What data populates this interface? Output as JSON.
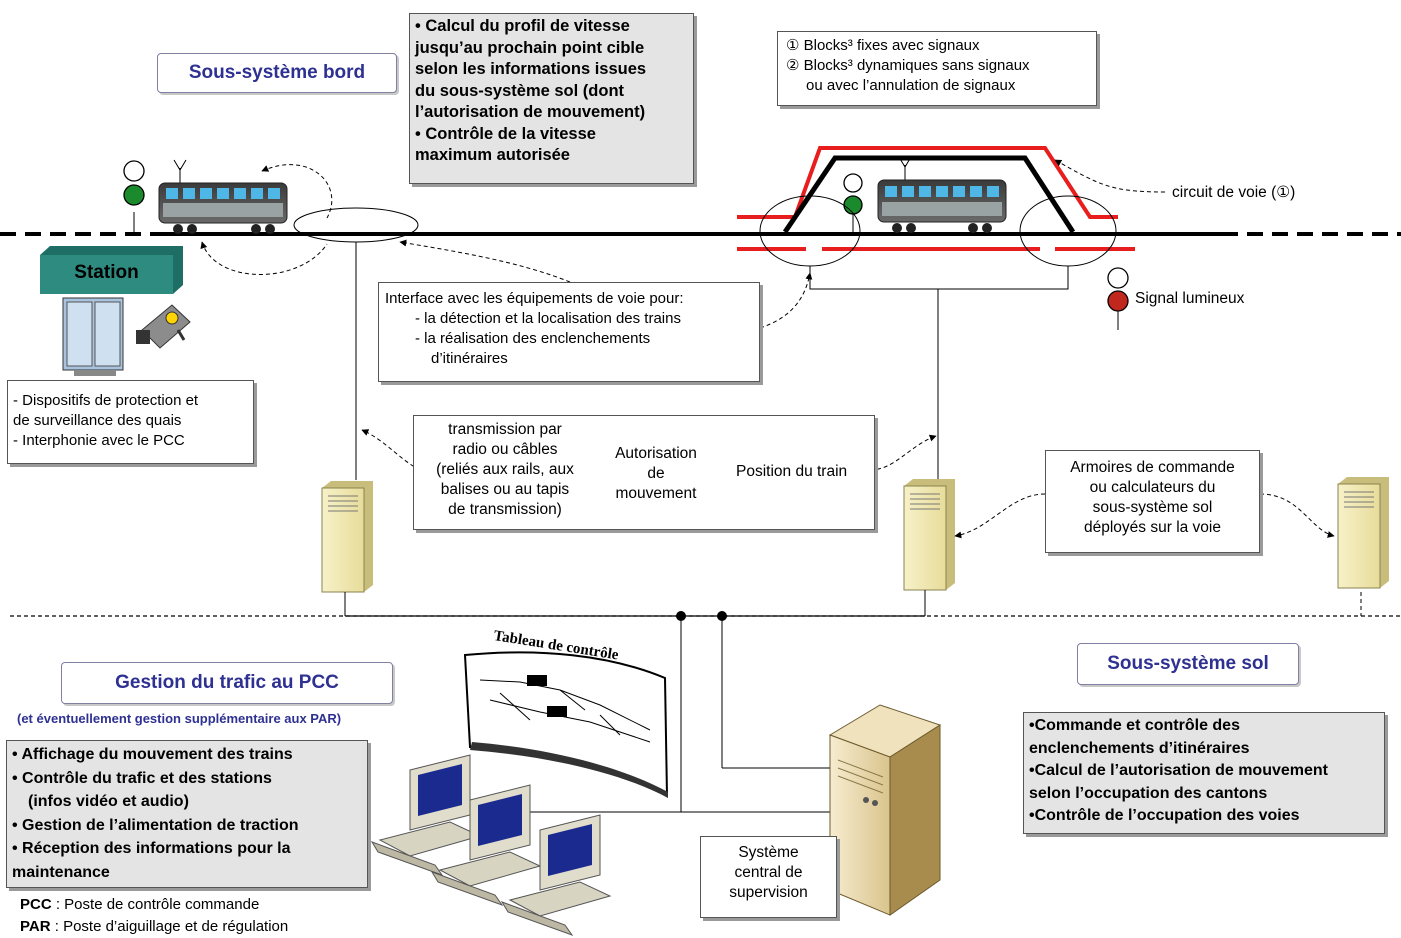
{
  "subsystem_board": {
    "title": "Sous-système bord"
  },
  "speed_box": {
    "lines": [
      "• Calcul du profil de vitesse",
      "jusqu’au prochain point cible",
      "selon les informations issues",
      "du sous-système sol (dont",
      "l’autorisation de mouvement)",
      "• Contrôle de la vitesse",
      "maximum autorisée"
    ]
  },
  "blocks_box": {
    "lines": [
      "① Blocks³ fixes avec signaux",
      "② Blocks³ dynamiques sans signaux",
      "ou avec l’annulation de signaux"
    ]
  },
  "track_circuit_label": "circuit de voie (①)",
  "station": {
    "label": "Station"
  },
  "signal_label": "Signal lumineux",
  "interface_box": {
    "lines": [
      "Interface avec les équipements de voie pour:",
      "- la détection et la localisation des trains",
      "- la réalisation des enclenchements",
      "d’itinéraires"
    ]
  },
  "station_devices_box": {
    "lines": [
      "- Dispositifs de protection et",
      "de surveillance des quais",
      "- Interphonie avec le PCC"
    ]
  },
  "transmission_box": {
    "left_lines": [
      "transmission par",
      "radio ou câbles",
      "(reliés aux rails, aux",
      "balises ou au tapis",
      "de transmission)"
    ],
    "mid_lines": [
      "Autorisation",
      "de",
      "mouvement"
    ],
    "right_label": "Position du train"
  },
  "cabinets_box": {
    "lines": [
      "Armoires de commande",
      "ou calculateurs du",
      "sous-système sol",
      "déployés sur la voie"
    ]
  },
  "control_panel_label": "Tableau de contrôle",
  "traffic": {
    "title": "Gestion du trafic au PCC",
    "subtitle": "(et éventuellement gestion supplémentaire aux PAR)"
  },
  "traffic_box": {
    "lines": [
      "• Affichage du mouvement des trains",
      "• Contrôle du trafic et des stations",
      "(infos vidéo et audio)",
      "• Gestion de l’alimentation de traction",
      "• Réception des informations pour la",
      "maintenance"
    ]
  },
  "glossary": [
    {
      "abbr": "PCC",
      "text": " : Poste de contrôle commande"
    },
    {
      "abbr": "PAR",
      "text": " : Poste d’aiguillage et de régulation"
    }
  ],
  "central_box": {
    "lines": [
      "Système",
      "central de",
      "supervision"
    ]
  },
  "subsystem_ground": {
    "title": "Sous-système sol"
  },
  "ground_box": {
    "lines": [
      "•Commande et contrôle des",
      "enclenchements d’itinéraires",
      "•Calcul de l’autorisation de mouvement",
      "selon l’occupation des cantons",
      "•Contrôle de l’occupation des voies"
    ]
  },
  "colors": {
    "title_blue": "#2e3192",
    "block_red": "#e81d1d",
    "signal_green": "#1a8a2c",
    "signal_red": "#c0281e",
    "station_teal": "#2e8b80"
  }
}
